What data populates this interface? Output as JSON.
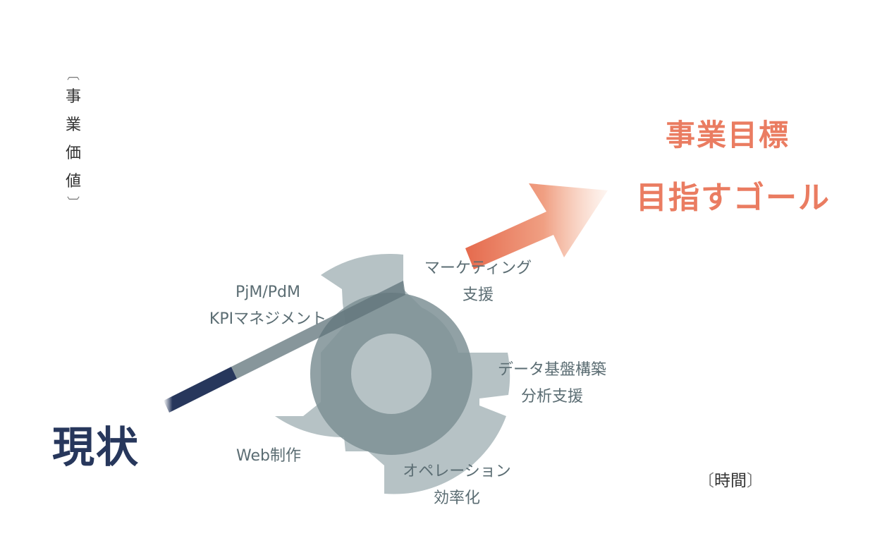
{
  "axis": {
    "y_label_chars": [
      "事",
      "業",
      "価",
      "値"
    ],
    "y_bracket_open": "︹",
    "y_bracket_close": "︺",
    "x_label": "時間",
    "x_bracket_open": "〔",
    "x_bracket_close": "〕"
  },
  "start": {
    "label": "現状"
  },
  "goal": {
    "line1": "事業目標",
    "line2": "目指すゴール"
  },
  "cycle": {
    "items": [
      {
        "lines": [
          "PjM/PdM",
          "KPIマネジメント"
        ]
      },
      {
        "lines": [
          "マーケティング",
          "支援"
        ]
      },
      {
        "lines": [
          "データ基盤構築",
          "分析支援"
        ]
      },
      {
        "lines": [
          "オペレーション",
          "効率化"
        ]
      },
      {
        "lines": [
          "Web制作"
        ]
      }
    ]
  },
  "colors": {
    "start_navy": "#27375c",
    "goal_coral": "#ea7c61",
    "gear_gray": "#a9b7bb",
    "ring_dark": "#7e9196",
    "label_gray": "#5b6d73"
  }
}
